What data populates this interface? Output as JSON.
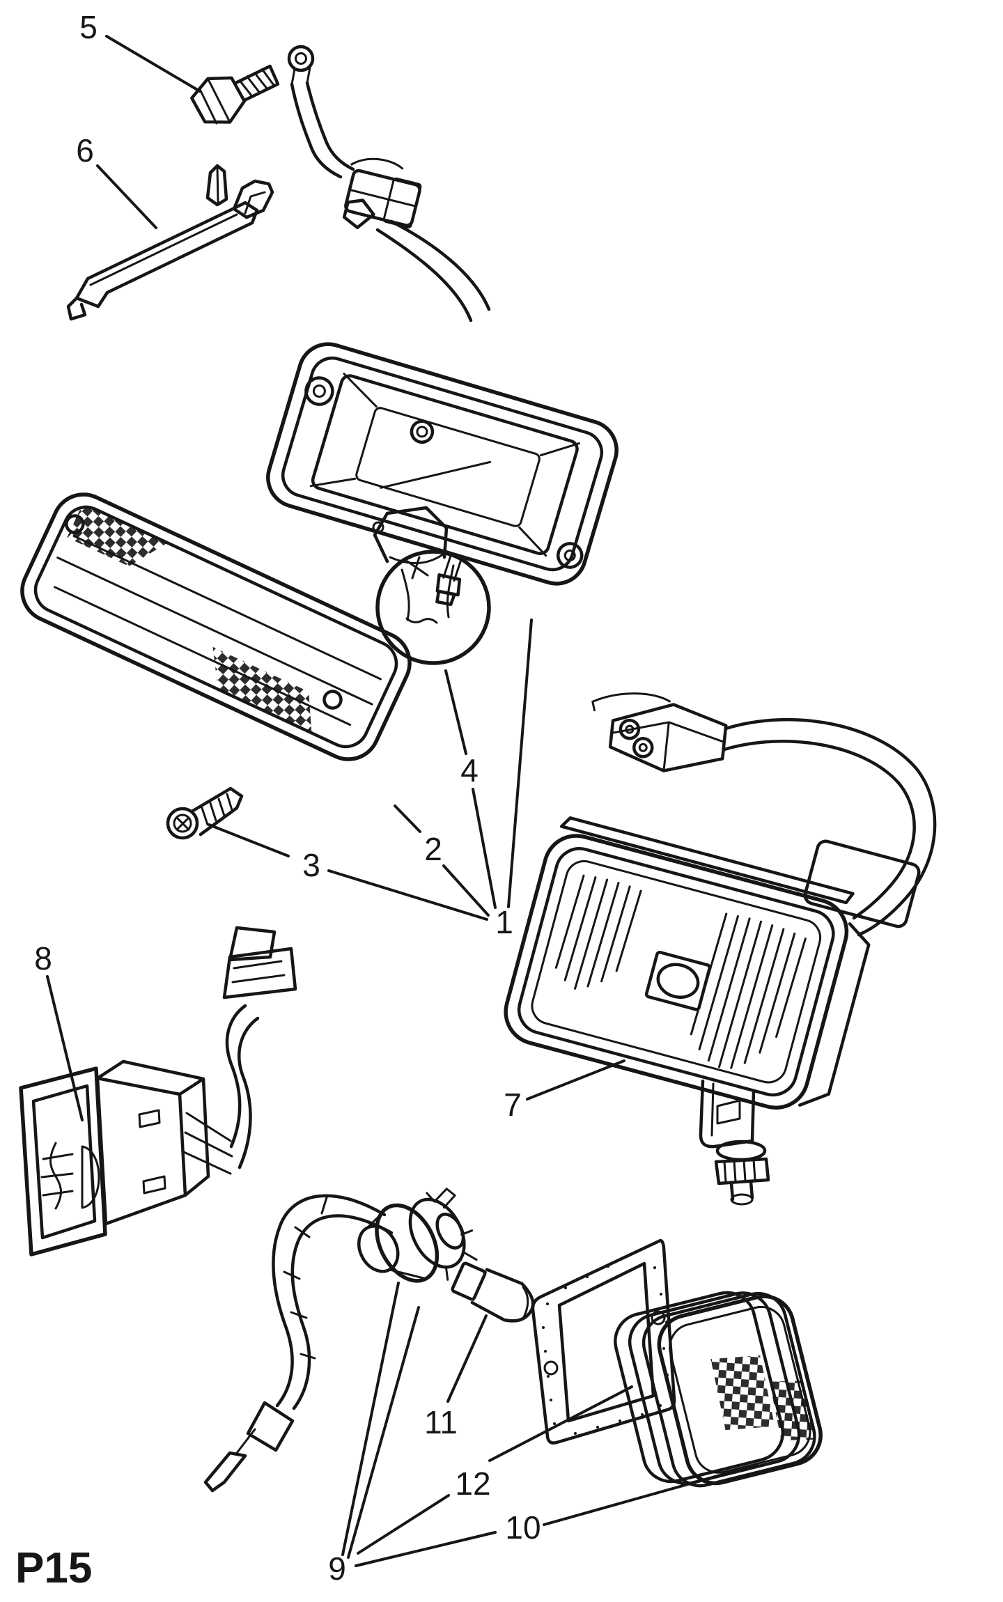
{
  "page": {
    "code": "P15"
  },
  "colors": {
    "ink": "#161616",
    "paper": "#ffffff"
  },
  "callouts": {
    "n1": "1",
    "n2": "2",
    "n3": "3",
    "n4": "4",
    "n5": "5",
    "n6": "6",
    "n7": "7",
    "n8": "8",
    "n9": "9",
    "n10": "10",
    "n11": "11",
    "n12": "12"
  }
}
